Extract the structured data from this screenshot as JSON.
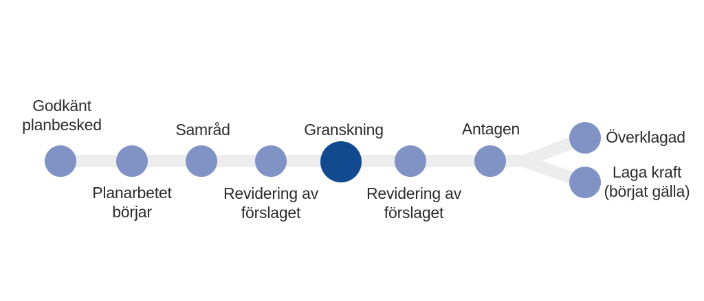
{
  "figure": {
    "type": "process-timeline",
    "language": "sv",
    "active_step": "Granskning",
    "colors": {
      "node": "#8192c5",
      "active_node": "#114a8e",
      "track": "#ededed",
      "text": "#2b2b2b",
      "background": "#ffffff"
    },
    "steps": [
      {
        "id": "godkant-planbesked",
        "lines": [
          "Godkänt",
          "planbesked"
        ],
        "highlighted": false,
        "label_position": "above"
      },
      {
        "id": "planarbetet-borjar",
        "lines": [
          "Planarbetet",
          "börjar"
        ],
        "highlighted": false,
        "label_position": "below"
      },
      {
        "id": "samrad",
        "lines": [
          "Samråd"
        ],
        "highlighted": false,
        "label_position": "above"
      },
      {
        "id": "revidering-av-forslaget-1",
        "lines": [
          "Revidering av",
          "förslaget"
        ],
        "highlighted": false,
        "label_position": "below"
      },
      {
        "id": "granskning",
        "lines": [
          "Granskning"
        ],
        "highlighted": true,
        "label_position": "above"
      },
      {
        "id": "revidering-av-forslaget-2",
        "lines": [
          "Revidering av",
          "förslaget"
        ],
        "highlighted": false,
        "label_position": "below"
      },
      {
        "id": "antagen",
        "lines": [
          "Antagen"
        ],
        "highlighted": false,
        "label_position": "above"
      },
      {
        "id": "overklagad",
        "lines": [
          "Överklagad"
        ],
        "highlighted": false,
        "label_position": "right",
        "branch": "upper"
      },
      {
        "id": "laga-kraft",
        "lines": [
          "Laga kraft",
          "(börjat gälla)"
        ],
        "highlighted": false,
        "label_position": "right",
        "branch": "lower"
      }
    ]
  }
}
